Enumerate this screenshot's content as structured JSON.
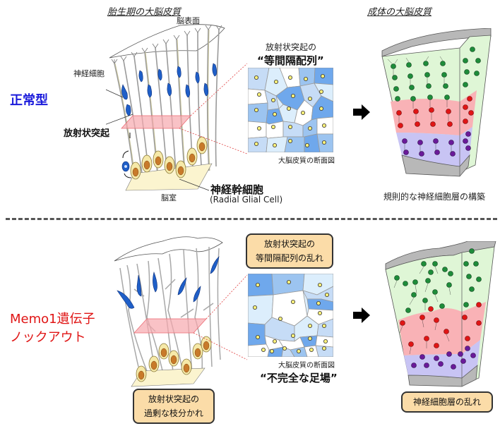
{
  "headers": {
    "embryonic": "胎生期の大脳皮質",
    "adult": "成体の大脳皮質"
  },
  "rows": {
    "normal": {
      "title": "正常型",
      "labels": {
        "brain_surface": "脳表面",
        "neuron": "神経細胞",
        "radial_process": "放射状突起",
        "neural_stem_cell": "神経幹細胞",
        "neural_stem_cell_en": "(Radial Glial Cell)",
        "ventricle": "脳室"
      },
      "cross_section": {
        "caption_line1": "放射状突起の",
        "caption_line2": "“等間隔配列”",
        "footer": "大脳皮質の断面図"
      },
      "result": "規則的な神経細胞層の構築"
    },
    "knockout": {
      "title_line1": "Memo1遺伝子",
      "title_line2": "ノックアウト",
      "cross_section": {
        "box_line1": "放射状突起の",
        "box_line2": "等間隔配列の乱れ",
        "footer": "大脳皮質の断面図",
        "quote": "“不完全な足場”"
      },
      "branch_box_line1": "放射状突起の",
      "branch_box_line2": "過剰な枝分かれ",
      "result": "神経細胞層の乱れ"
    }
  },
  "colors": {
    "normal_title": "#1a1adb",
    "knockout_title": "#e01515",
    "neuron_blue": "#1f5fc8",
    "stem_cell_yellow": "#f6e9a8",
    "stem_nucleus": "#c87a2a",
    "plane_pink": "#f7a8ae",
    "layer_green": "#dff6d6",
    "layer_red": "#f9b2b6",
    "layer_purple": "#c8c4f4",
    "box_fill": "#fbdca8"
  }
}
